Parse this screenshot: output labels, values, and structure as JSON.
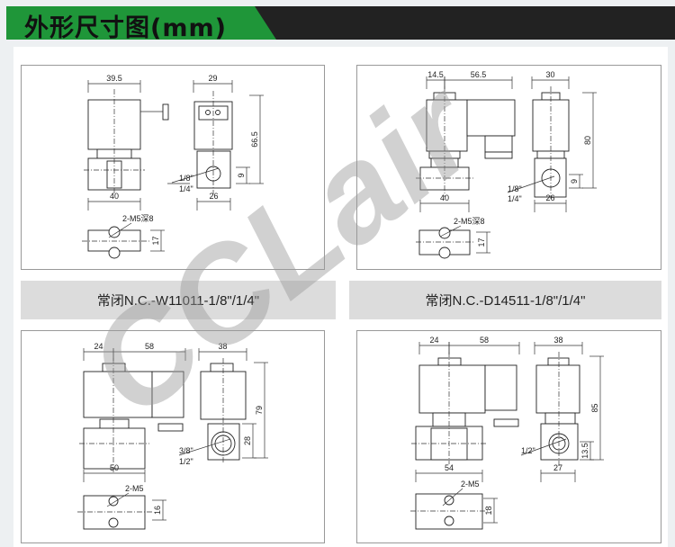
{
  "header": {
    "title": "外形尺寸图(mm)"
  },
  "captions": [
    "常闭N.C.-W11011-1/8\"/1/4\"",
    "常闭N.C.-D14511-1/8\"/1/4\""
  ],
  "watermark": "CCLair",
  "colors": {
    "accent": "#1f9639",
    "dark": "#222222",
    "caption_bg": "#dcdcdc"
  },
  "panels": [
    {
      "model": "W11011",
      "labels": {
        "top_width": "39.5",
        "body_width": "40",
        "side_width": "29",
        "height": "66.5",
        "port_height": "9",
        "side_body": "26",
        "port_a": "1/8\"",
        "port_b": "1/4\"",
        "mount": "2-M5深8",
        "mount_span": "17"
      }
    },
    {
      "model": "D14511",
      "labels": {
        "offset": "14.5",
        "top_width": "56.5",
        "body_width": "40",
        "side_width": "30",
        "height": "80",
        "port_height": "9",
        "side_body": "26",
        "port_a": "1/8\"",
        "port_b": "1/4\"",
        "mount": "2-M5深8",
        "mount_span": "17"
      }
    },
    {
      "labels": {
        "offset": "24",
        "top_width": "58",
        "body_width": "50",
        "side_width": "38",
        "height": "79",
        "port_height": "28",
        "port_a": "3/8\"",
        "port_b": "1/2\"",
        "mount": "2-M5",
        "mount_span": "16"
      }
    },
    {
      "labels": {
        "offset": "24",
        "top_width": "58",
        "body_width": "54",
        "side_width": "38",
        "height": "85",
        "port_height": "13.5",
        "side_body": "27",
        "port_a": "1/2\"",
        "mount": "2-M5",
        "mount_span": "18"
      }
    }
  ]
}
